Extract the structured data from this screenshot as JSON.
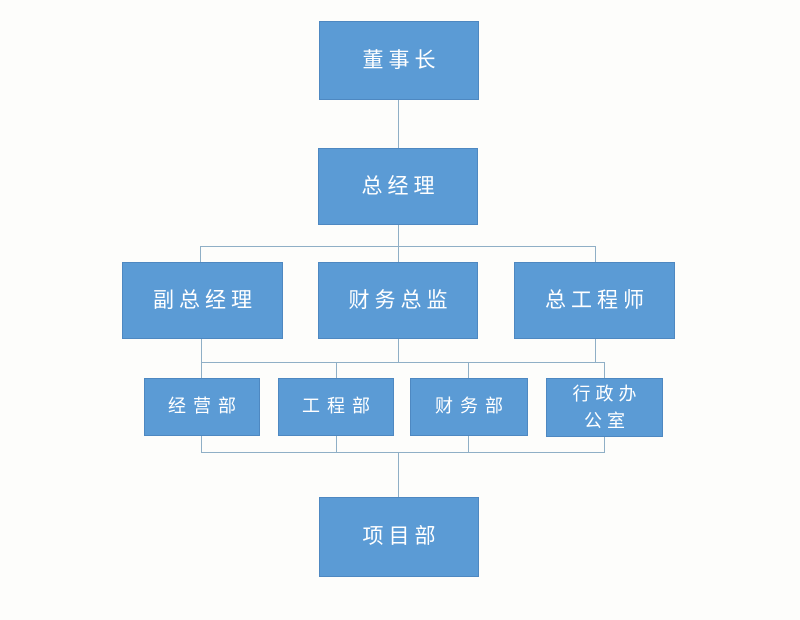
{
  "org_chart": {
    "type": "org-chart",
    "levels": 5,
    "nodes": {
      "chairman": {
        "label": "董事长"
      },
      "general_manager": {
        "label": "总经理"
      },
      "deputy_general_manager": {
        "label": "副总经理"
      },
      "finance_director": {
        "label": "财务总监"
      },
      "chief_engineer": {
        "label": "总工程师"
      },
      "operations_dept": {
        "label": "经营部"
      },
      "engineering_dept": {
        "label": "工程部"
      },
      "finance_dept": {
        "label": "财务部",
        "line1": "财务部"
      },
      "admin_office": {
        "label": "行政办公室",
        "line1": "行政办",
        "line2": "公室"
      },
      "project_dept": {
        "label": "项目部"
      }
    },
    "structure": [
      {
        "from": [
          "chairman"
        ],
        "to": [
          "general_manager"
        ]
      },
      {
        "from": [
          "general_manager"
        ],
        "to": [
          "deputy_general_manager",
          "finance_director",
          "chief_engineer"
        ]
      },
      {
        "from": [
          "deputy_general_manager",
          "finance_director",
          "chief_engineer"
        ],
        "to": [
          "operations_dept",
          "engineering_dept",
          "finance_dept",
          "admin_office"
        ]
      },
      {
        "from": [
          "operations_dept",
          "engineering_dept",
          "finance_dept",
          "admin_office"
        ],
        "to": [
          "project_dept"
        ]
      }
    ],
    "colors": {
      "node_fill": "#5b9bd5",
      "node_border": "#4e88c1",
      "node_text": "#ffffff",
      "connector": "#8fafc6",
      "background": "#fdfdfb"
    }
  }
}
